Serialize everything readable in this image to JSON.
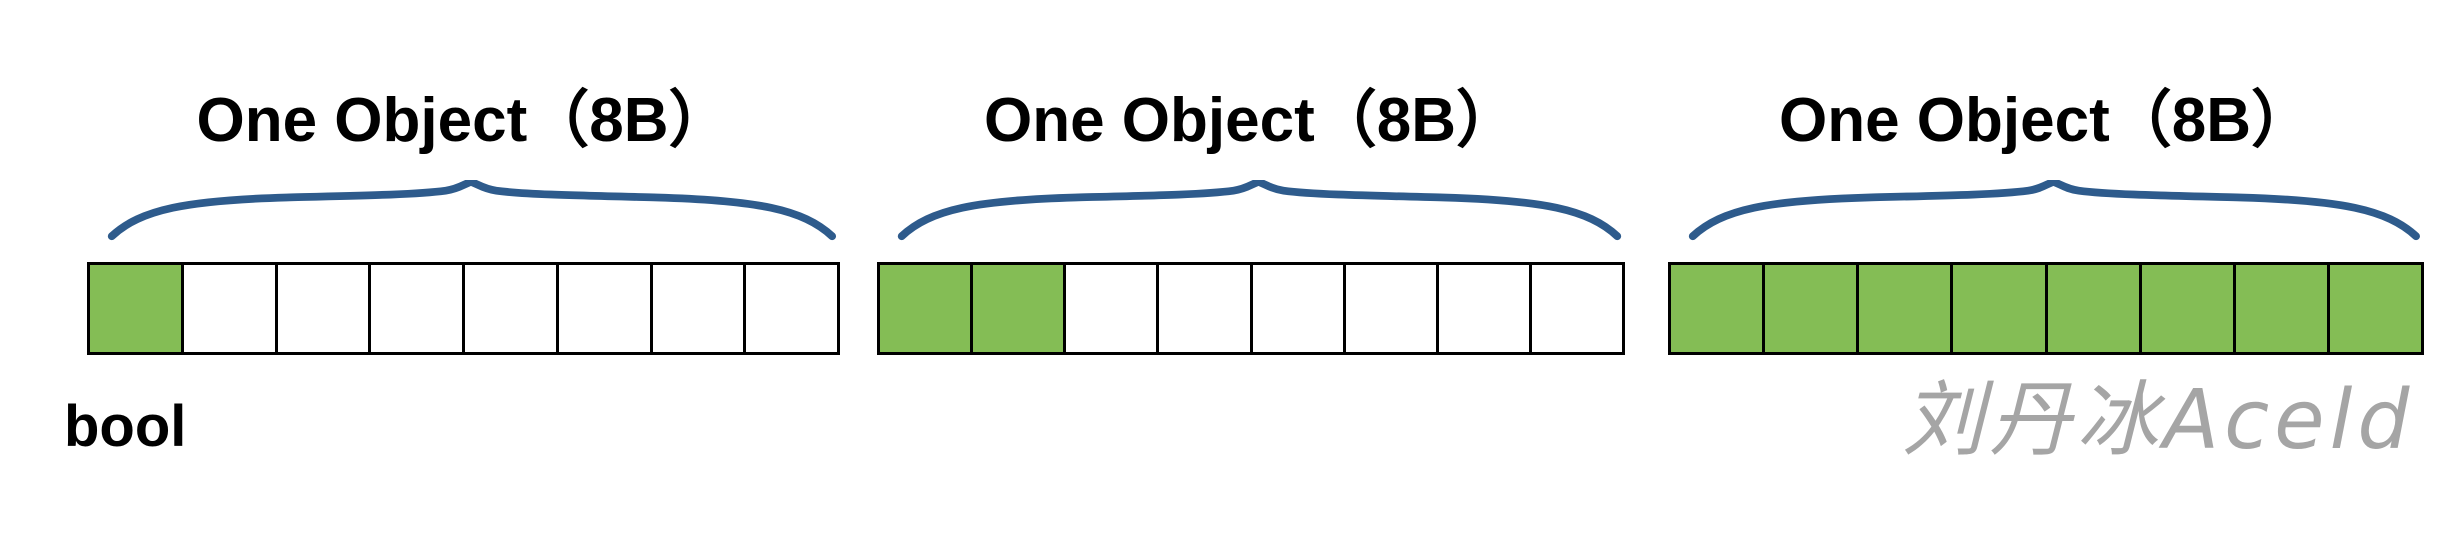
{
  "groups": [
    {
      "label": "One Object（8B）",
      "cells": [
        1,
        0,
        0,
        0,
        0,
        0,
        0,
        0
      ]
    },
    {
      "label": "One Object（8B）",
      "cells": [
        1,
        1,
        0,
        0,
        0,
        0,
        0,
        0
      ]
    },
    {
      "label": "One Object（8B）",
      "cells": [
        1,
        1,
        1,
        1,
        1,
        1,
        1,
        1
      ]
    }
  ],
  "labels": {
    "type_label": "bool",
    "watermark": "刘丹冰Aceld"
  },
  "colors": {
    "cell_filled": "#84BD55",
    "cell_empty": "#FFFFFF",
    "cell_border": "#000000",
    "brace": "#2E5B8C",
    "title_text": "#000000",
    "watermark": "#A5A5A5",
    "background": "#FFFFFF"
  }
}
